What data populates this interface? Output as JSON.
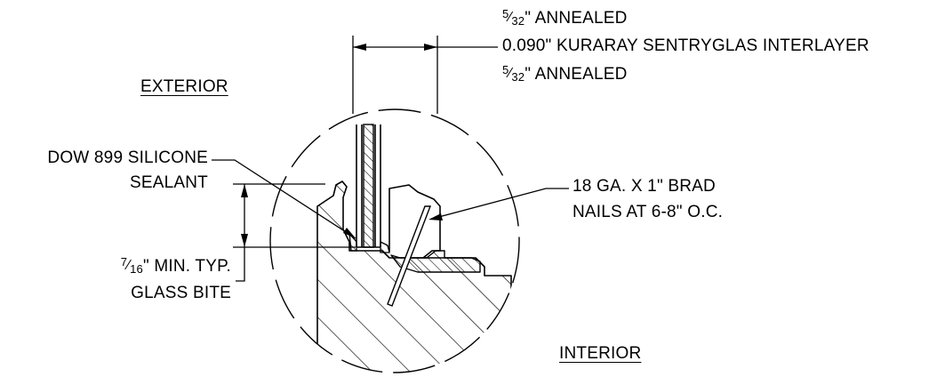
{
  "labels": {
    "glass_top": {
      "num": "5",
      "den": "32",
      "text": "\" ANNEALED"
    },
    "interlayer": "0.090\" KURARAY SENTRYGLAS INTERLAYER",
    "glass_bottom": {
      "num": "5",
      "den": "32",
      "text": "\" ANNEALED"
    },
    "exterior": "EXTERIOR",
    "interior": "INTERIOR",
    "sealant_line1": "DOW 899 SILICONE",
    "sealant_line2": "SEALANT",
    "nails_line1": "18 GA. X 1\" BRAD",
    "nails_line2": "NAILS AT 6-8\" O.C.",
    "bite": {
      "num": "7",
      "den": "16",
      "text": "\" MIN. TYP."
    },
    "bite_line2": "GLASS BITE"
  },
  "colors": {
    "ink": "#000000",
    "paper": "#ffffff"
  }
}
